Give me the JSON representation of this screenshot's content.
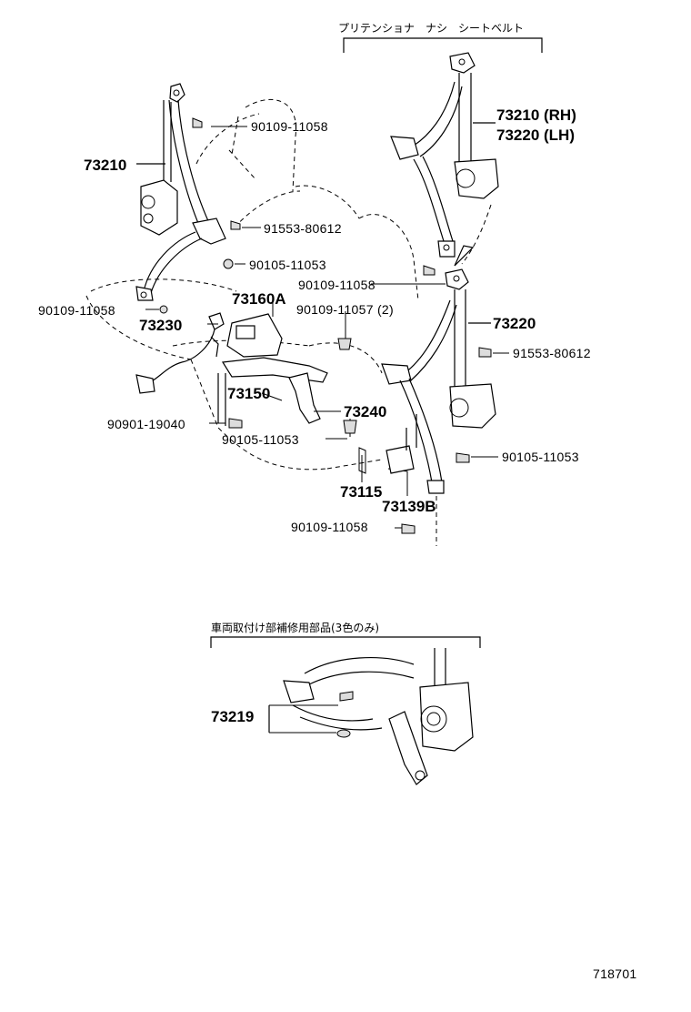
{
  "headers": {
    "top": "プリテンショナ　ナシ　シートベルト",
    "bottom": "車両取付け部補修用部品(3色のみ)"
  },
  "labels": {
    "l73210_left": "73210",
    "l73210_rh": "73210 (RH)",
    "l73220_lh": "73220 (LH)",
    "l73220": "73220",
    "l73160a": "73160A",
    "l73230": "73230",
    "l73150": "73150",
    "l73240": "73240",
    "l73115": "73115",
    "l73139b": "73139B",
    "l73219": "73219",
    "b90109_11058_a": "90109-11058",
    "b90109_11058_b": "90109-11058",
    "b90109_11058_c": "90109-11058",
    "b90109_11058_d": "90109-11058",
    "b91553_80612_a": "91553-80612",
    "b91553_80612_b": "91553-80612",
    "b90105_11053_a": "90105-11053",
    "b90105_11053_b": "90105-11053",
    "b90105_11053_c": "90105-11053",
    "b90109_11057": "90109-11057 (2)",
    "b90901_19040": "90901-19040"
  },
  "footer_code": "718701"
}
